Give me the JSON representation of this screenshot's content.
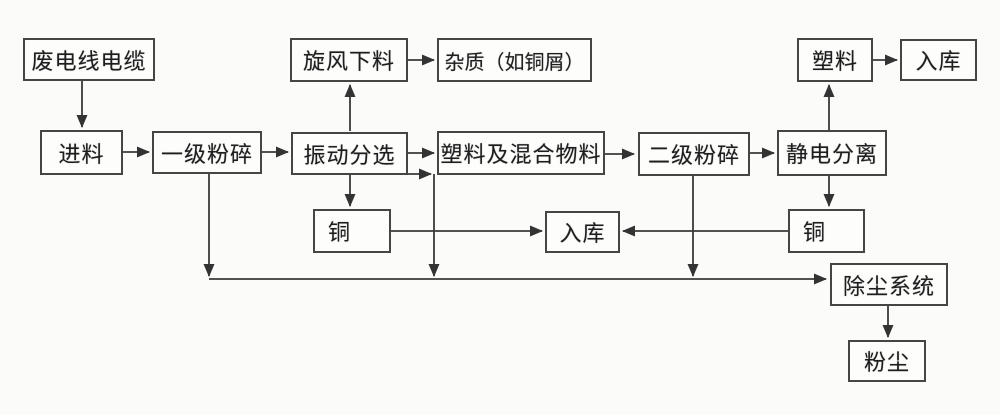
{
  "diagram": {
    "title_hint": "waste-wire-cable-recycling-process-flowchart",
    "colors": {
      "background": "#fbfbfa",
      "box_background": "#fdfdfc",
      "box_border": "#454545",
      "line": "#3a3a3a",
      "text": "#1e1e1e"
    },
    "nodes": {
      "waste_cable": {
        "label": "废电线电缆"
      },
      "cyclone_discharge": {
        "label": "旋风下料"
      },
      "impurities": {
        "label": "杂质（如铜屑）"
      },
      "plastic": {
        "label": "塑料"
      },
      "storage_plastic": {
        "label": "入库"
      },
      "feed": {
        "label": "进料"
      },
      "primary_crush": {
        "label": "一级粉碎"
      },
      "vibration_sort": {
        "label": "振动分选"
      },
      "plastic_mixed": {
        "label": "塑料及混合物料"
      },
      "secondary_crush": {
        "label": "二级粉碎"
      },
      "electrostatic_sep": {
        "label": "静电分离"
      },
      "copper_vibration": {
        "label": "铜"
      },
      "storage_copper": {
        "label": "入库"
      },
      "copper_electrostatic": {
        "label": "铜"
      },
      "dust_system": {
        "label": "除尘系统"
      },
      "dust": {
        "label": "粉尘"
      }
    },
    "edges": [
      {
        "from": "waste_cable",
        "to": "feed"
      },
      {
        "from": "feed",
        "to": "primary_crush"
      },
      {
        "from": "primary_crush",
        "to": "vibration_sort"
      },
      {
        "from": "vibration_sort",
        "to": "cyclone_discharge"
      },
      {
        "from": "cyclone_discharge",
        "to": "impurities"
      },
      {
        "from": "vibration_sort",
        "to": "plastic_mixed"
      },
      {
        "from": "plastic_mixed",
        "to": "secondary_crush"
      },
      {
        "from": "secondary_crush",
        "to": "electrostatic_sep"
      },
      {
        "from": "electrostatic_sep",
        "to": "plastic"
      },
      {
        "from": "plastic",
        "to": "storage_plastic"
      },
      {
        "from": "vibration_sort",
        "to": "copper_vibration"
      },
      {
        "from": "copper_vibration",
        "to": "storage_copper"
      },
      {
        "from": "electrostatic_sep",
        "to": "copper_electrostatic"
      },
      {
        "from": "copper_electrostatic",
        "to": "storage_copper"
      },
      {
        "from": "primary_crush",
        "to": "dust_system"
      },
      {
        "from": "vibration_sort",
        "to": "dust_system"
      },
      {
        "from": "secondary_crush",
        "to": "dust_system"
      },
      {
        "from": "dust_system",
        "to": "dust"
      }
    ]
  }
}
